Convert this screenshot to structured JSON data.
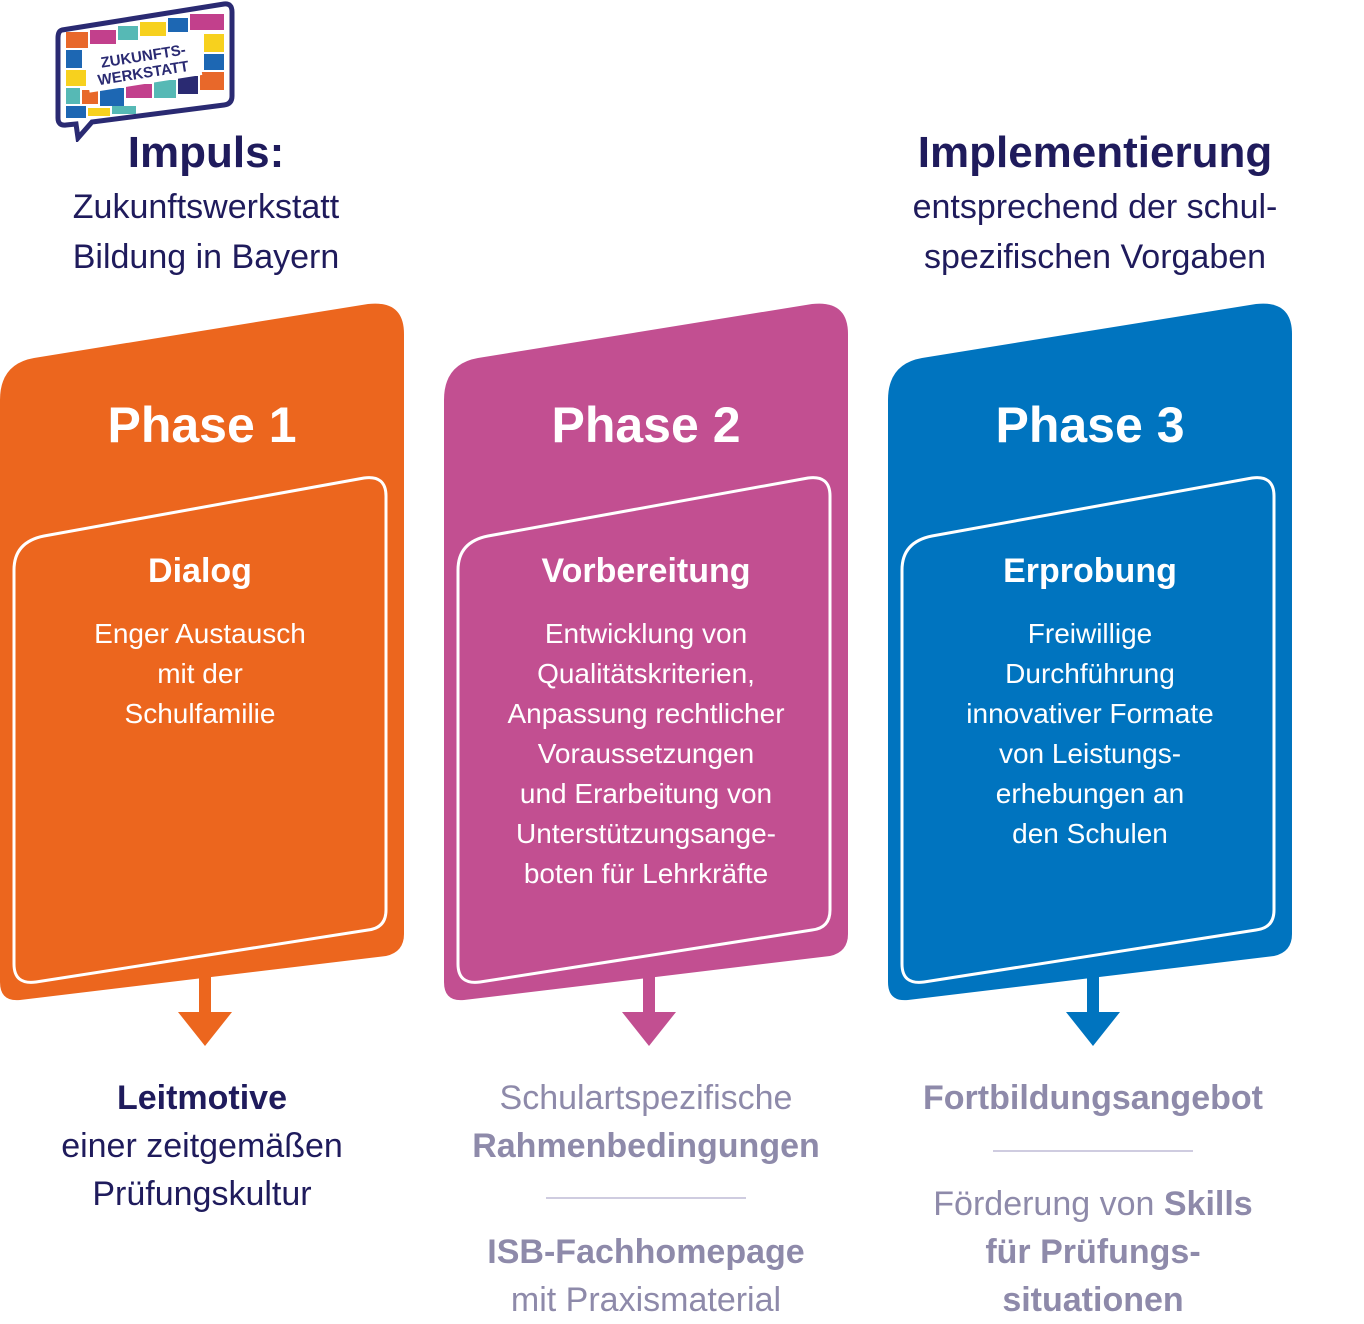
{
  "logo": {
    "text_line1": "ZUKUNFTS-",
    "text_line2": "WERKSTATT",
    "colors": [
      "#e8682a",
      "#c2408c",
      "#f7d11e",
      "#56b9b5",
      "#1d67b3",
      "#2a2a72"
    ]
  },
  "header_left": {
    "title": "Impuls:",
    "line1": "Zukunftswerkstatt",
    "line2": "Bildung in Bayern"
  },
  "header_right": {
    "title": "Implementierung",
    "line1": "entsprechend der schul-",
    "line2": "spezifischen Vorgaben"
  },
  "phases": [
    {
      "title": "Phase 1",
      "color": "#ec661e",
      "inner_title": "Dialog",
      "lines": [
        "Enger Austausch",
        "mit der",
        "Schulfamilie"
      ]
    },
    {
      "title": "Phase 2",
      "color": "#c24f91",
      "inner_title": "Vorbereitung",
      "lines": [
        "Entwicklung von",
        "Qualitätskriterien,",
        "Anpassung rechtlicher",
        "Voraussetzungen",
        "und Erarbeitung von",
        "Unterstützungsange-",
        "boten für Lehrkräfte"
      ]
    },
    {
      "title": "Phase 3",
      "color": "#0074bf",
      "inner_title": "Erprobung",
      "lines": [
        "Freiwillige",
        "Durchführung",
        "innovativer Formate",
        "von Leistungs-",
        "erhebungen an",
        "den Schulen"
      ]
    }
  ],
  "outcomes": {
    "phase1": {
      "l1": "Leitmotive",
      "l2": "einer zeitgemäßen",
      "l3": "Prüfungskultur"
    },
    "phase2": {
      "a1": "Schulartspezifische",
      "a2": "Rahmenbedingungen",
      "b1_bold": "ISB-Fachhomepage",
      "b2": "mit Praxismaterial"
    },
    "phase3": {
      "a1": "Fortbildungsangebot",
      "b1_regular": "Förderung von ",
      "b1_bold": "Skills",
      "b2": "für Prüfungs-",
      "b3": "situationen"
    }
  },
  "colors": {
    "navy": "#1f1b5c",
    "muted": "#8e8aaa",
    "divider": "#cfcce0"
  }
}
